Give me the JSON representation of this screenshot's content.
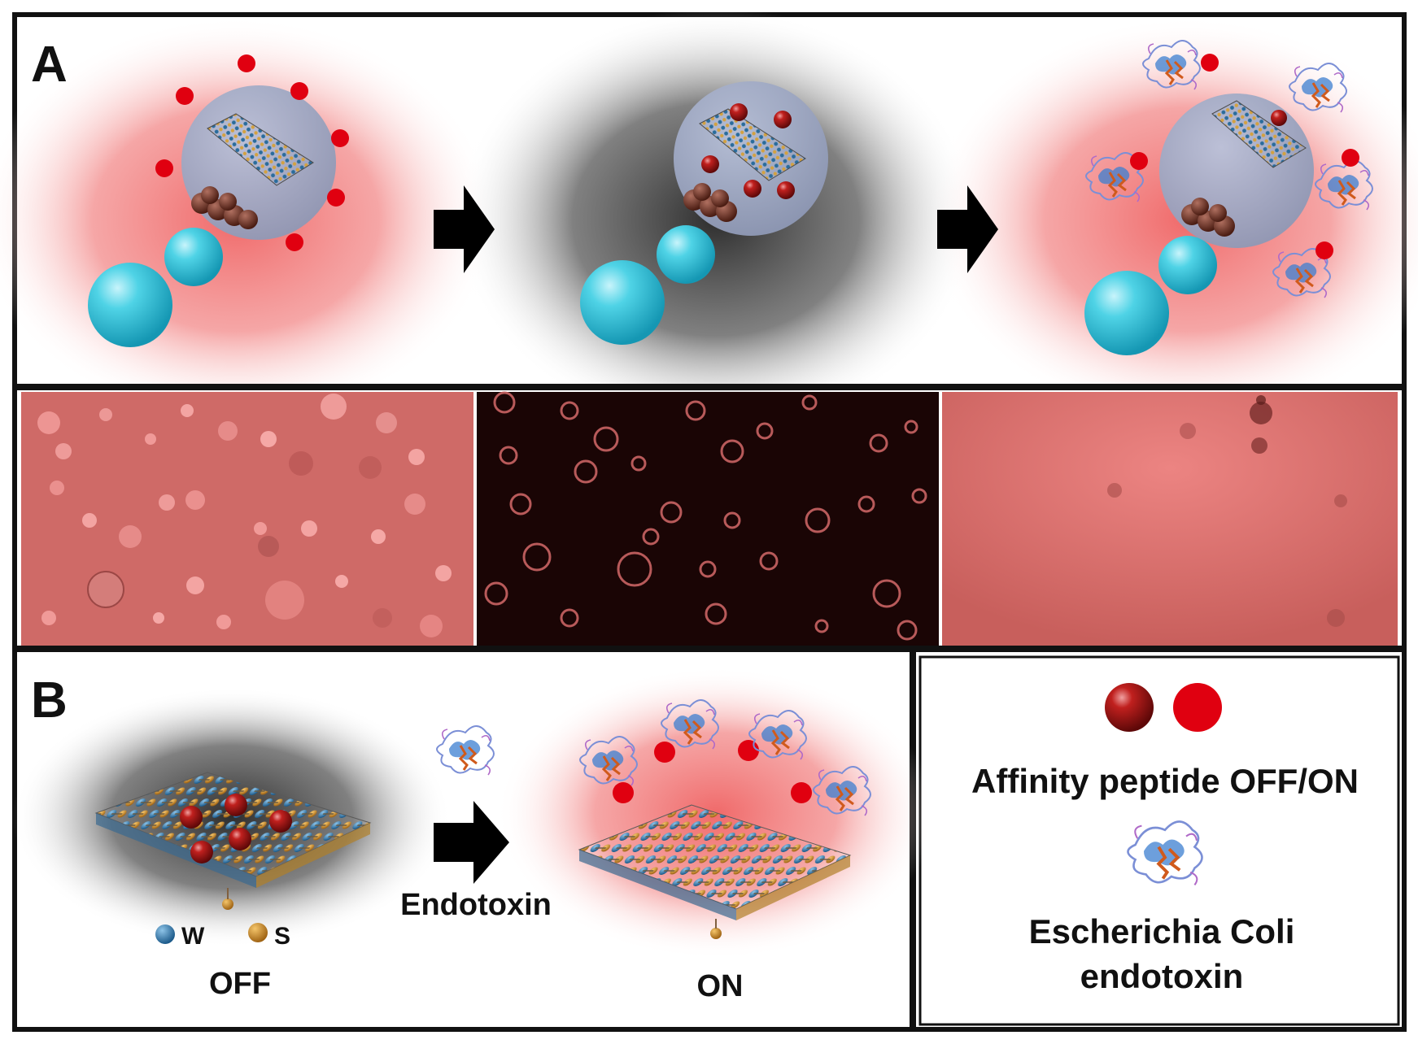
{
  "panels": {
    "a_label": "A",
    "b_label": "B"
  },
  "panel_b": {
    "w_legend": "W",
    "s_legend": "S",
    "off_label": "OFF",
    "on_label": "ON",
    "arrow_label": "Endotoxin"
  },
  "legend": {
    "peptide_label": "Affinity peptide OFF/ON",
    "endotoxin_line1": "Escherichia Coli",
    "endotoxin_line2": "endotoxin"
  },
  "colors": {
    "glow_red": "#f07070",
    "quench_dark": "#3a3a3a",
    "cyan_bead": "#2cc3dc",
    "peptide_red": "#e00010",
    "micrograph_light": "#d86a68",
    "micrograph_dark": "#1a0505",
    "frame": "#111111"
  }
}
